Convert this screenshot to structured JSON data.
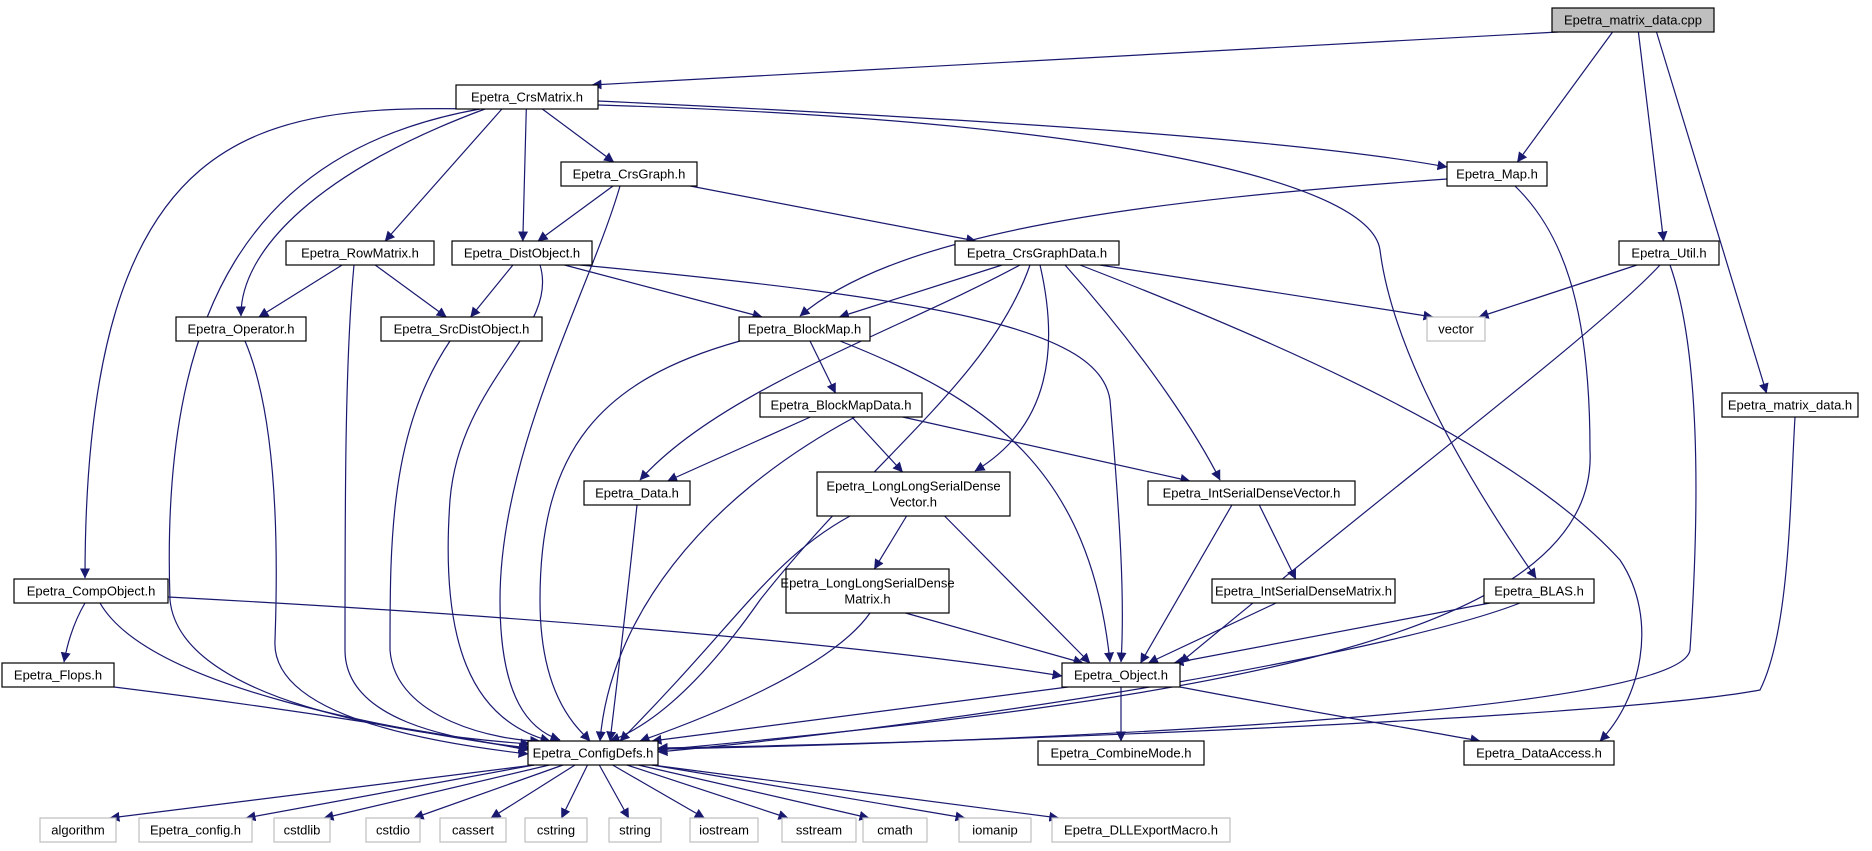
{
  "nodes": [
    {
      "id": "matrix_cpp",
      "lines": [
        "Epetra_matrix_data.cpp"
      ],
      "kind": "root"
    },
    {
      "id": "crsmatrix",
      "lines": [
        "Epetra_CrsMatrix.h"
      ],
      "kind": "normal"
    },
    {
      "id": "map",
      "lines": [
        "Epetra_Map.h"
      ],
      "kind": "normal"
    },
    {
      "id": "crsgraph",
      "lines": [
        "Epetra_CrsGraph.h"
      ],
      "kind": "normal"
    },
    {
      "id": "rowmatrix",
      "lines": [
        "Epetra_RowMatrix.h"
      ],
      "kind": "normal"
    },
    {
      "id": "distobject",
      "lines": [
        "Epetra_DistObject.h"
      ],
      "kind": "normal"
    },
    {
      "id": "crsgraphdata",
      "lines": [
        "Epetra_CrsGraphData.h"
      ],
      "kind": "normal"
    },
    {
      "id": "util",
      "lines": [
        "Epetra_Util.h"
      ],
      "kind": "normal"
    },
    {
      "id": "operator",
      "lines": [
        "Epetra_Operator.h"
      ],
      "kind": "normal"
    },
    {
      "id": "srcdistobject",
      "lines": [
        "Epetra_SrcDistObject.h"
      ],
      "kind": "normal"
    },
    {
      "id": "blockmap",
      "lines": [
        "Epetra_BlockMap.h"
      ],
      "kind": "normal"
    },
    {
      "id": "vector",
      "lines": [
        "vector"
      ],
      "kind": "external"
    },
    {
      "id": "matrix_h",
      "lines": [
        "Epetra_matrix_data.h"
      ],
      "kind": "normal"
    },
    {
      "id": "blockmapdata",
      "lines": [
        "Epetra_BlockMapData.h"
      ],
      "kind": "normal"
    },
    {
      "id": "data",
      "lines": [
        "Epetra_Data.h"
      ],
      "kind": "normal"
    },
    {
      "id": "llsdv",
      "lines": [
        "Epetra_LongLongSerialDense",
        "Vector.h"
      ],
      "kind": "normal"
    },
    {
      "id": "isdv",
      "lines": [
        "Epetra_IntSerialDenseVector.h"
      ],
      "kind": "normal"
    },
    {
      "id": "compobject",
      "lines": [
        "Epetra_CompObject.h"
      ],
      "kind": "normal"
    },
    {
      "id": "llsdm",
      "lines": [
        "Epetra_LongLongSerialDense",
        "Matrix.h"
      ],
      "kind": "normal"
    },
    {
      "id": "isdm",
      "lines": [
        "Epetra_IntSerialDenseMatrix.h"
      ],
      "kind": "normal"
    },
    {
      "id": "blas",
      "lines": [
        "Epetra_BLAS.h"
      ],
      "kind": "normal"
    },
    {
      "id": "flops",
      "lines": [
        "Epetra_Flops.h"
      ],
      "kind": "normal"
    },
    {
      "id": "object",
      "lines": [
        "Epetra_Object.h"
      ],
      "kind": "normal"
    },
    {
      "id": "configdefs",
      "lines": [
        "Epetra_ConfigDefs.h"
      ],
      "kind": "normal"
    },
    {
      "id": "combinemode",
      "lines": [
        "Epetra_CombineMode.h"
      ],
      "kind": "normal"
    },
    {
      "id": "dataaccess",
      "lines": [
        "Epetra_DataAccess.h"
      ],
      "kind": "normal"
    },
    {
      "id": "algorithm",
      "lines": [
        "algorithm"
      ],
      "kind": "external"
    },
    {
      "id": "config_h",
      "lines": [
        "Epetra_config.h"
      ],
      "kind": "external"
    },
    {
      "id": "cstdlib",
      "lines": [
        "cstdlib"
      ],
      "kind": "external"
    },
    {
      "id": "cstdio",
      "lines": [
        "cstdio"
      ],
      "kind": "external"
    },
    {
      "id": "cassert",
      "lines": [
        "cassert"
      ],
      "kind": "external"
    },
    {
      "id": "cstring",
      "lines": [
        "cstring"
      ],
      "kind": "external"
    },
    {
      "id": "string",
      "lines": [
        "string"
      ],
      "kind": "external"
    },
    {
      "id": "iostream",
      "lines": [
        "iostream"
      ],
      "kind": "external"
    },
    {
      "id": "sstream",
      "lines": [
        "sstream"
      ],
      "kind": "external"
    },
    {
      "id": "cmath",
      "lines": [
        "cmath"
      ],
      "kind": "external"
    },
    {
      "id": "iomanip",
      "lines": [
        "iomanip"
      ],
      "kind": "external"
    },
    {
      "id": "dllexport",
      "lines": [
        "Epetra_DLLExportMacro.h"
      ],
      "kind": "external"
    }
  ],
  "edges": [
    {
      "from": "matrix_cpp",
      "to": "crsmatrix"
    },
    {
      "from": "matrix_cpp",
      "to": "map"
    },
    {
      "from": "matrix_cpp",
      "to": "util"
    },
    {
      "from": "matrix_cpp",
      "to": "matrix_h"
    },
    {
      "from": "crsmatrix",
      "to": "compobject"
    },
    {
      "from": "crsmatrix",
      "to": "configdefs"
    },
    {
      "from": "crsmatrix",
      "to": "operator"
    },
    {
      "from": "crsmatrix",
      "to": "rowmatrix"
    },
    {
      "from": "crsmatrix",
      "to": "distobject"
    },
    {
      "from": "crsmatrix",
      "to": "crsgraph"
    },
    {
      "from": "crsmatrix",
      "to": "map"
    },
    {
      "from": "crsmatrix",
      "to": "blas"
    },
    {
      "from": "crsgraph",
      "to": "distobject"
    },
    {
      "from": "crsgraph",
      "to": "crsgraphdata"
    },
    {
      "from": "crsgraph",
      "to": "configdefs"
    },
    {
      "from": "map",
      "to": "blockmap"
    },
    {
      "from": "map",
      "to": "configdefs"
    },
    {
      "from": "rowmatrix",
      "to": "operator"
    },
    {
      "from": "rowmatrix",
      "to": "srcdistobject"
    },
    {
      "from": "rowmatrix",
      "to": "configdefs"
    },
    {
      "from": "distobject",
      "to": "srcdistobject"
    },
    {
      "from": "distobject",
      "to": "blockmap"
    },
    {
      "from": "distobject",
      "to": "object"
    },
    {
      "from": "distobject",
      "to": "configdefs"
    },
    {
      "from": "crsgraphdata",
      "to": "blockmap"
    },
    {
      "from": "crsgraphdata",
      "to": "data"
    },
    {
      "from": "crsgraphdata",
      "to": "llsdv"
    },
    {
      "from": "crsgraphdata",
      "to": "isdv"
    },
    {
      "from": "crsgraphdata",
      "to": "vector"
    },
    {
      "from": "crsgraphdata",
      "to": "dataaccess"
    },
    {
      "from": "crsgraphdata",
      "to": "configdefs"
    },
    {
      "from": "util",
      "to": "vector"
    },
    {
      "from": "util",
      "to": "object"
    },
    {
      "from": "util",
      "to": "configdefs"
    },
    {
      "from": "operator",
      "to": "configdefs"
    },
    {
      "from": "srcdistobject",
      "to": "configdefs"
    },
    {
      "from": "blockmap",
      "to": "blockmapdata"
    },
    {
      "from": "blockmap",
      "to": "object"
    },
    {
      "from": "blockmap",
      "to": "configdefs"
    },
    {
      "from": "blockmapdata",
      "to": "data"
    },
    {
      "from": "blockmapdata",
      "to": "llsdv"
    },
    {
      "from": "blockmapdata",
      "to": "isdv"
    },
    {
      "from": "blockmapdata",
      "to": "configdefs"
    },
    {
      "from": "matrix_h",
      "to": "configdefs"
    },
    {
      "from": "data",
      "to": "configdefs"
    },
    {
      "from": "llsdv",
      "to": "llsdm"
    },
    {
      "from": "llsdv",
      "to": "object"
    },
    {
      "from": "llsdv",
      "to": "configdefs"
    },
    {
      "from": "isdv",
      "to": "isdm"
    },
    {
      "from": "isdv",
      "to": "object"
    },
    {
      "from": "compobject",
      "to": "flops"
    },
    {
      "from": "compobject",
      "to": "object"
    },
    {
      "from": "compobject",
      "to": "configdefs"
    },
    {
      "from": "llsdm",
      "to": "object"
    },
    {
      "from": "llsdm",
      "to": "configdefs"
    },
    {
      "from": "isdm",
      "to": "object"
    },
    {
      "from": "blas",
      "to": "object"
    },
    {
      "from": "blas",
      "to": "configdefs"
    },
    {
      "from": "flops",
      "to": "configdefs"
    },
    {
      "from": "object",
      "to": "configdefs"
    },
    {
      "from": "object",
      "to": "combinemode"
    },
    {
      "from": "object",
      "to": "dataaccess"
    },
    {
      "from": "configdefs",
      "to": "algorithm"
    },
    {
      "from": "configdefs",
      "to": "config_h"
    },
    {
      "from": "configdefs",
      "to": "cstdlib"
    },
    {
      "from": "configdefs",
      "to": "cstdio"
    },
    {
      "from": "configdefs",
      "to": "cassert"
    },
    {
      "from": "configdefs",
      "to": "cstring"
    },
    {
      "from": "configdefs",
      "to": "string"
    },
    {
      "from": "configdefs",
      "to": "iostream"
    },
    {
      "from": "configdefs",
      "to": "sstream"
    },
    {
      "from": "configdefs",
      "to": "cmath"
    },
    {
      "from": "configdefs",
      "to": "iomanip"
    },
    {
      "from": "configdefs",
      "to": "dllexport"
    }
  ],
  "colors": {
    "edge": "#191970",
    "node_border": "#000000",
    "external_border": "#bfbfbf",
    "root_fill": "#bfbfbf",
    "node_fill": "#ffffff",
    "text": "#000000"
  }
}
